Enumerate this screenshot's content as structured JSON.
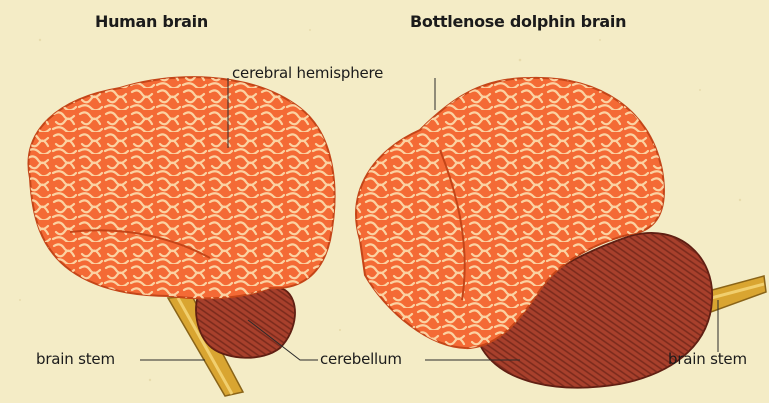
{
  "titles": {
    "human": "Human brain",
    "dolphin": "Bottlenose dolphin brain"
  },
  "labels": {
    "cerebral_hemisphere": "cerebral hemisphere",
    "cerebellum": "cerebellum",
    "brain_stem_left": "brain stem",
    "brain_stem_right": "brain stem"
  },
  "colors": {
    "background": "#f4ecc6",
    "cerebrum": "#f46a35",
    "cerebrum_fold": "#fbd2a2",
    "cerebellum": "#a8402c",
    "brain_stem": "#d9a531"
  }
}
